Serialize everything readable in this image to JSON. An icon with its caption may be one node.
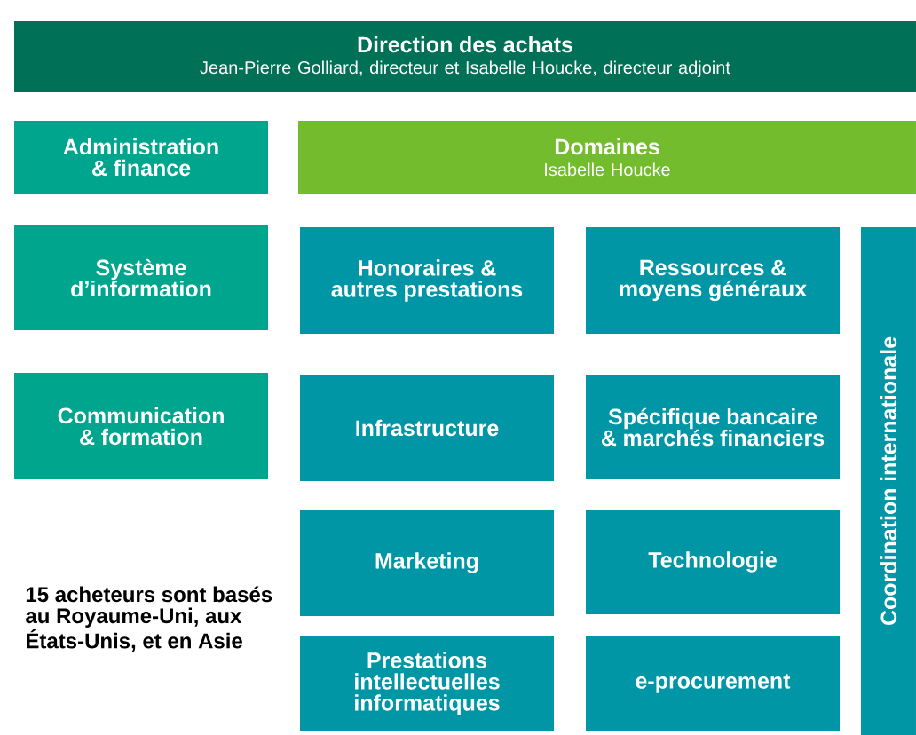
{
  "diagram": {
    "nodes": [
      {
        "text": [
          "Direction des achats",
          "Jean-Pierre Golliard, directeur et Isabelle Houcke, directeur adjoint"
        ]
      },
      {
        "text": [
          "Administration & finance"
        ]
      },
      {
        "text": [
          "Domaines",
          "Isabelle Houcke"
        ]
      },
      {
        "text": [
          "Système d’information"
        ]
      },
      {
        "text": [
          "Honoraires & autres prestations"
        ]
      },
      {
        "text": [
          "Ressources & moyens généraux"
        ]
      },
      {
        "text": [
          "Coordination internationale"
        ]
      },
      {
        "text": [
          "Communication & formation"
        ]
      },
      {
        "text": [
          "Infrastructure"
        ]
      },
      {
        "text": [
          "Spécifique bancaire & marchés financiers"
        ]
      },
      {
        "text": [
          "Marketing"
        ]
      },
      {
        "text": [
          "Technologie"
        ]
      },
      {
        "text": [
          "Prestations intellectuelles informatiques"
        ]
      },
      {
        "text": [
          "e-procurement"
        ]
      }
    ],
    "labels": [
      "15 acheteurs sont basés au Royaume-Uni, aux États-Unis, et en Asie"
    ]
  }
}
